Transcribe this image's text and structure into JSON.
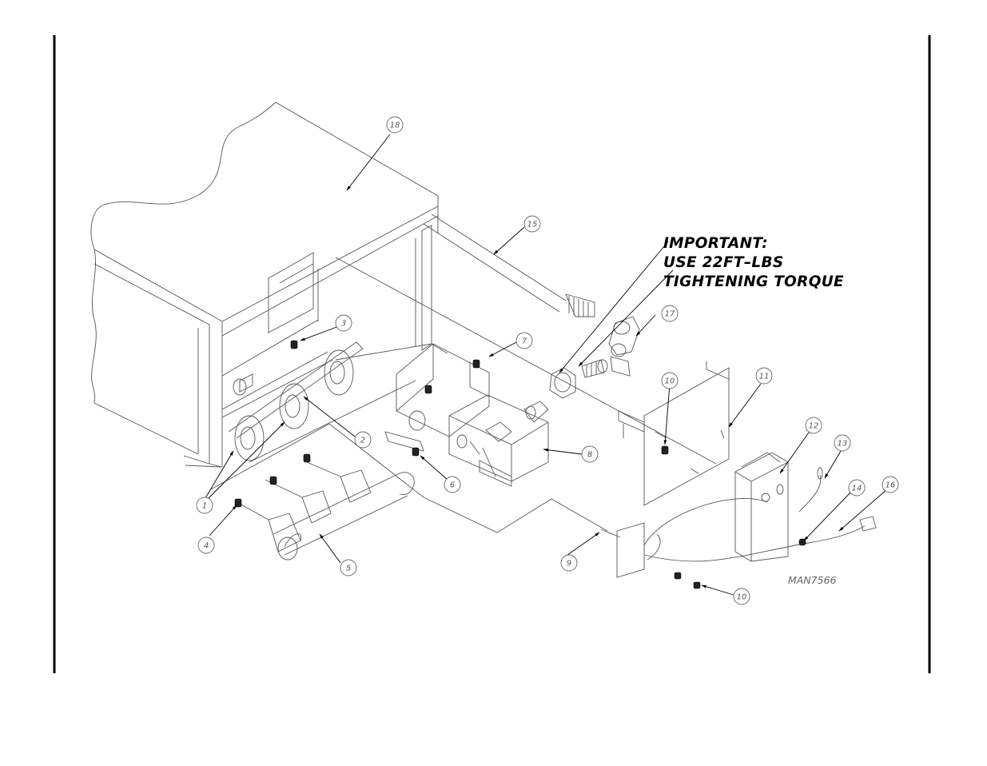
{
  "note": {
    "lines": [
      "IMPORTANT:",
      "USE 22FT–LBS",
      "TIGHTENING TORQUE"
    ]
  },
  "drawing_number": "MAN7566",
  "callouts": [
    {
      "label": "1"
    },
    {
      "label": "2"
    },
    {
      "label": "3"
    },
    {
      "label": "4"
    },
    {
      "label": "5"
    },
    {
      "label": "6"
    },
    {
      "label": "7"
    },
    {
      "label": "8"
    },
    {
      "label": "9"
    },
    {
      "label": "10"
    },
    {
      "label": "10"
    },
    {
      "label": "11"
    },
    {
      "label": "12"
    },
    {
      "label": "13"
    },
    {
      "label": "14"
    },
    {
      "label": "15"
    },
    {
      "label": "16"
    },
    {
      "label": "17"
    },
    {
      "label": "18"
    }
  ]
}
